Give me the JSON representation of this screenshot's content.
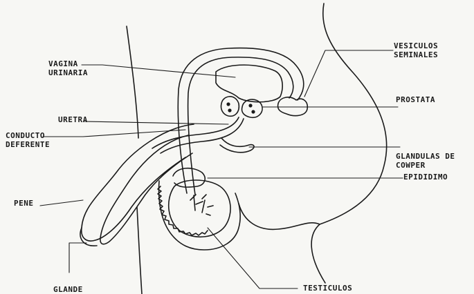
{
  "labels": {
    "vagina_urinaria": [
      "VAGINA",
      "URINARIA"
    ],
    "vesiculos_seminales": [
      "VESICULOS",
      "SEMINALES"
    ],
    "prostata": "PROSTATA",
    "uretra": "URETRA",
    "conducto_deferente": [
      "CONDUCTO",
      "DEFERENTE"
    ],
    "glandulas_de_cowper": [
      "GLANDULAS DE",
      "COWPER"
    ],
    "epididimo": "EPIDIDIMO",
    "pene": "PENE",
    "glande": "GLANDE",
    "testiculos": "TESTICULOS"
  }
}
